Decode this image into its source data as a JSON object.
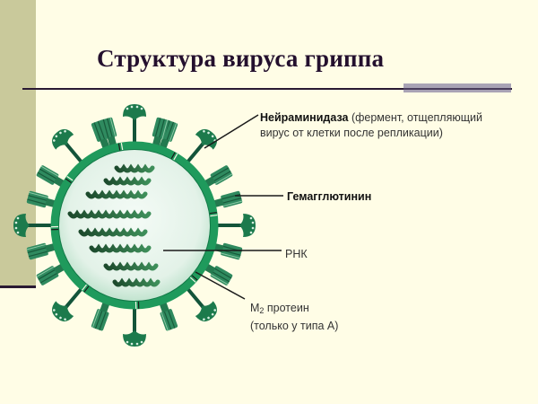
{
  "slide": {
    "title": "Структура вируса гриппа",
    "colors": {
      "background": "#fffde6",
      "sidebar": "#c9c99b",
      "rule": "#2a1a33",
      "rule_bar": "#a9a3b5",
      "virus_green": "#1f9a5c",
      "virus_dark_green": "#0f5a36",
      "virus_interior": "#e8f5ee"
    }
  },
  "labels": {
    "neuraminidase": {
      "bold": "Нейраминидаза",
      "rest_line1": " (фермент, отщепляющий",
      "line2": "вирус от клетки после репликации)"
    },
    "hemagglutinin": "Гемагглютинин",
    "rna": "РНК",
    "m2": {
      "prefix": "M",
      "subscript": "2",
      "suffix": " протеин",
      "line2": "(только у типа A)"
    }
  }
}
